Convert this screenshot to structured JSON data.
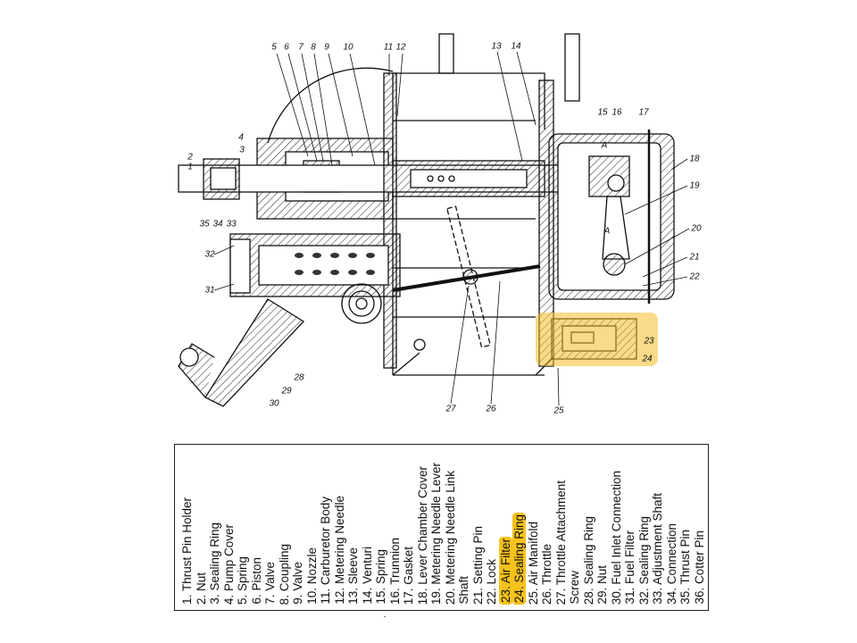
{
  "diagram": {
    "callouts": [
      "1",
      "2",
      "3",
      "4",
      "5",
      "6",
      "7",
      "8",
      "9",
      "10",
      "11",
      "12",
      "13",
      "14",
      "15",
      "16",
      "17",
      "18",
      "19",
      "20",
      "21",
      "22",
      "23",
      "24",
      "25",
      "26",
      "27",
      "28",
      "29",
      "30",
      "31",
      "32",
      "33",
      "34",
      "35"
    ],
    "section_marks": [
      "A",
      "A"
    ],
    "highlight_color": "#f5be28"
  },
  "legend": {
    "lines": [
      "1. Thrust Pin Holder",
      "2. Nut",
      "3. Sealing Ring",
      "4. Pump Cover",
      "5. Spring",
      "6. Piston",
      "7. Valve",
      "8. Coupling",
      "9. Valve",
      "10. Nozzle",
      "11. Carburetor Body",
      "12. Metering Needle",
      "13. Sleeve",
      "14. Venturi",
      "15. Spring",
      "16. Trunnion",
      "17. Gasket",
      "18. Lever Chamber Cover",
      "19. Metering Needle Lever",
      "20. Metering Needle Link",
      "Shaft",
      "21. Setting Pin",
      "22. Lock",
      "23. Air Filter",
      "24. Sealing Ring",
      "25. Air Manifold",
      "26. Throttle",
      "27. Throttle Attachment",
      "Screw",
      "28. Sealing Ring",
      "29. Nut",
      "30. Fuel Inlet Connection",
      "31. Fuel Filter",
      "32. Sealing Ring",
      "33. Adjustment Shaft",
      "34. Connection",
      "35. Thrust Pin",
      "36. Cotter Pin"
    ],
    "highlighted": [
      "23. Air Filter",
      "24. Sealing Ring"
    ]
  }
}
